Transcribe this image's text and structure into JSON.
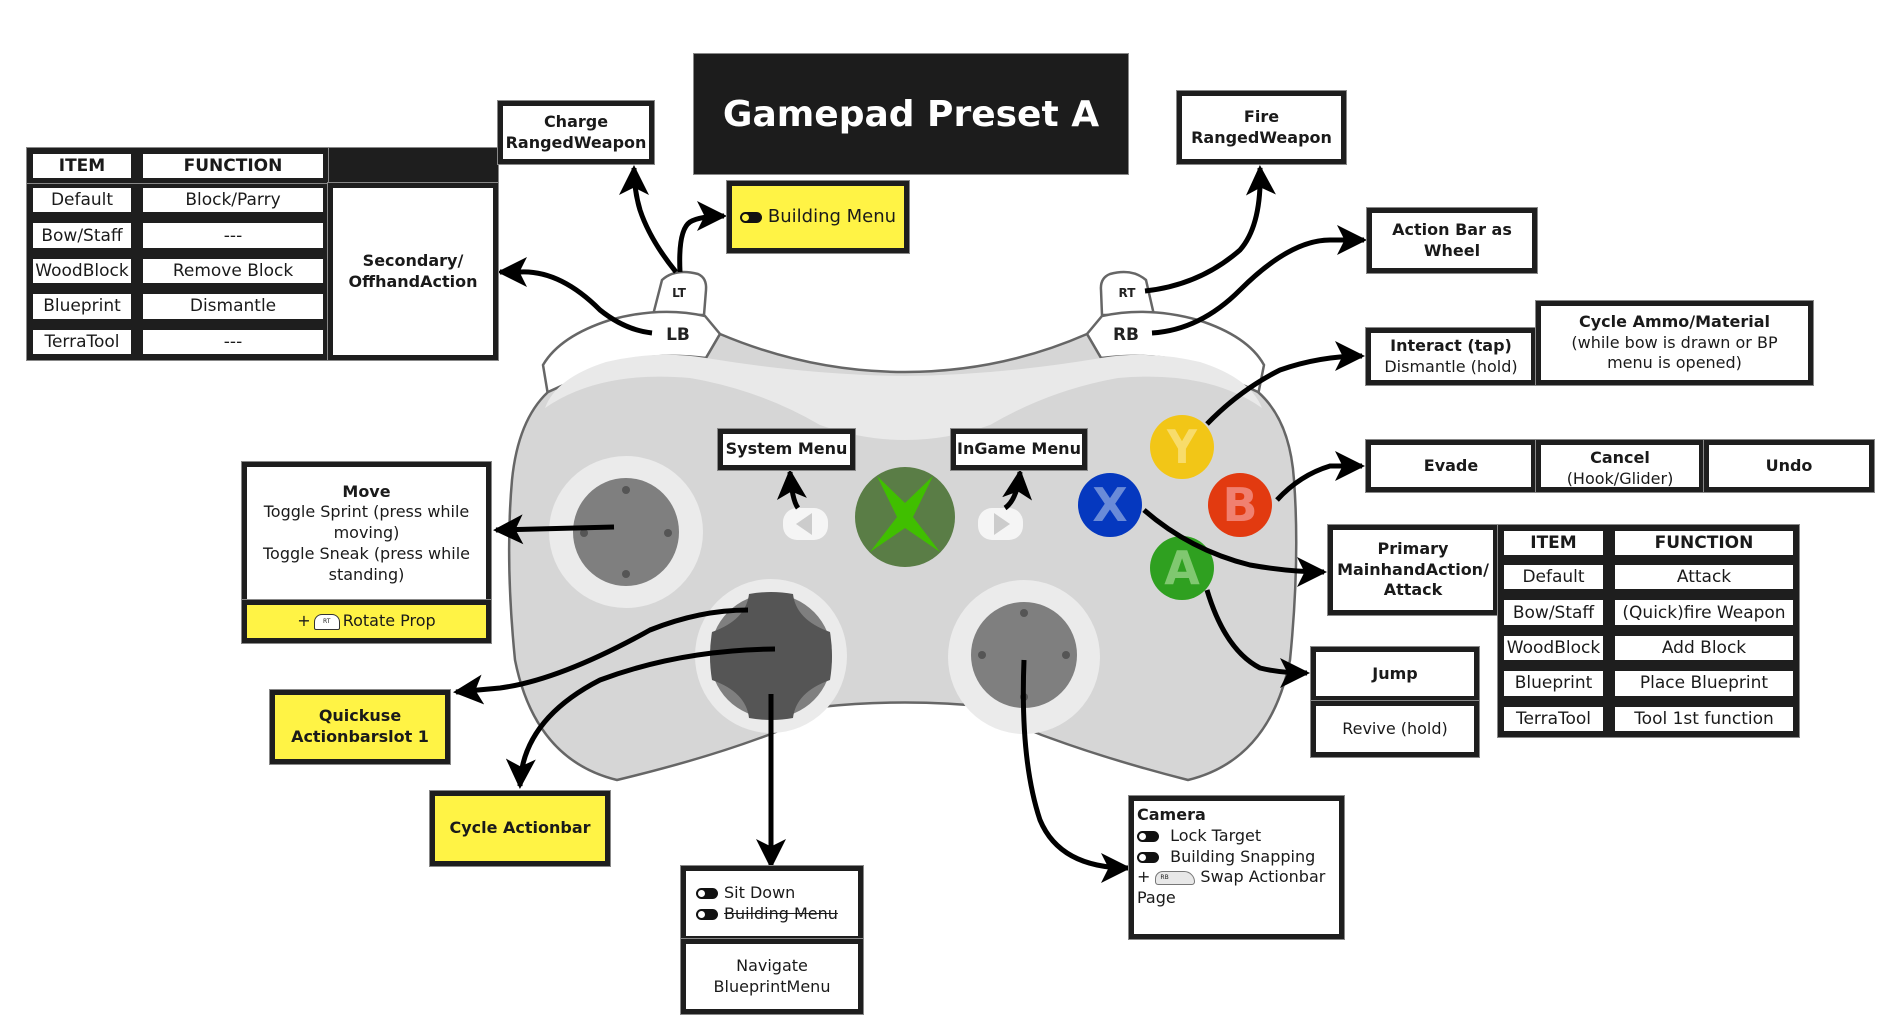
{
  "title": "Gamepad Preset A",
  "controller": {
    "labels": {
      "lt": "LT",
      "lb": "LB",
      "rt": "RT",
      "rb": "RB",
      "y": "Y",
      "x": "X",
      "b": "B",
      "a": "A"
    },
    "colors": {
      "y": "#F2C617",
      "x": "#0538BF",
      "b": "#E23A10",
      "a": "#2FA020",
      "guide": "#5A7D46",
      "guide_x": "#40BF00",
      "body": "#D6D6D6",
      "body_light": "#E8E8E8",
      "stick": "#7F7F7F",
      "dpad": "#555555"
    }
  },
  "left_table": {
    "headers": [
      "ITEM",
      "FUNCTION"
    ],
    "rows": [
      [
        "Default",
        "Block/Parry"
      ],
      [
        "Bow/Staff",
        "---"
      ],
      [
        "WoodBlock",
        "Remove Block"
      ],
      [
        "Blueprint",
        "Dismantle"
      ],
      [
        "TerraTool",
        "---"
      ]
    ],
    "action": [
      "Secondary/",
      "OffhandAction"
    ]
  },
  "right_table": {
    "headers": [
      "ITEM",
      "FUNCTION"
    ],
    "rows": [
      [
        "Default",
        "Attack"
      ],
      [
        "Bow/Staff",
        "(Quick)fire Weapon"
      ],
      [
        "WoodBlock",
        "Add Block"
      ],
      [
        "Blueprint",
        "Place Blueprint"
      ],
      [
        "TerraTool",
        "Tool 1st function"
      ]
    ],
    "action": [
      "Primary",
      "MainhandAction/",
      "Attack"
    ]
  },
  "boxes": {
    "charge": [
      "Charge",
      "RangedWeapon"
    ],
    "building_menu": "Building Menu",
    "fire": [
      "Fire",
      "RangedWeapon"
    ],
    "action_bar": [
      "Action Bar as",
      "Wheel"
    ],
    "interact": {
      "title": "Interact (tap)",
      "sub": "Dismantle (hold)"
    },
    "cycle_ammo": {
      "title": "Cycle Ammo/Material",
      "sub1": "(while bow is drawn or BP",
      "sub2": "menu is opened)"
    },
    "evade": "Evade",
    "cancel": {
      "title": "Cancel",
      "sub": "(Hook/Glider)"
    },
    "undo": "Undo",
    "system_menu": "System Menu",
    "ingame_menu": "InGame Menu",
    "move": {
      "title": "Move",
      "l1": "Toggle Sprint (press while",
      "l2": "moving)",
      "l3": "Toggle Sneak (press while",
      "l4": "standing)",
      "extra_prefix": "+",
      "extra_icon": "RT",
      "extra": "Rotate Prop"
    },
    "quickuse": [
      "Quickuse",
      "Actionbarslot 1"
    ],
    "cycle_actionbar": "Cycle Actionbar",
    "dpad_down": {
      "item1": "Sit Down",
      "item2": "Building Menu",
      "nav1": "Navigate",
      "nav2": "BlueprintMenu"
    },
    "jump": {
      "title": "Jump",
      "sub": "Revive (hold)"
    },
    "camera": {
      "title": "Camera",
      "l1": "Lock Target",
      "l2": "Building Snapping",
      "l3_prefix": "+",
      "l3_icon": "RB",
      "l3": "Swap Actionbar",
      "l4": "Page"
    }
  }
}
